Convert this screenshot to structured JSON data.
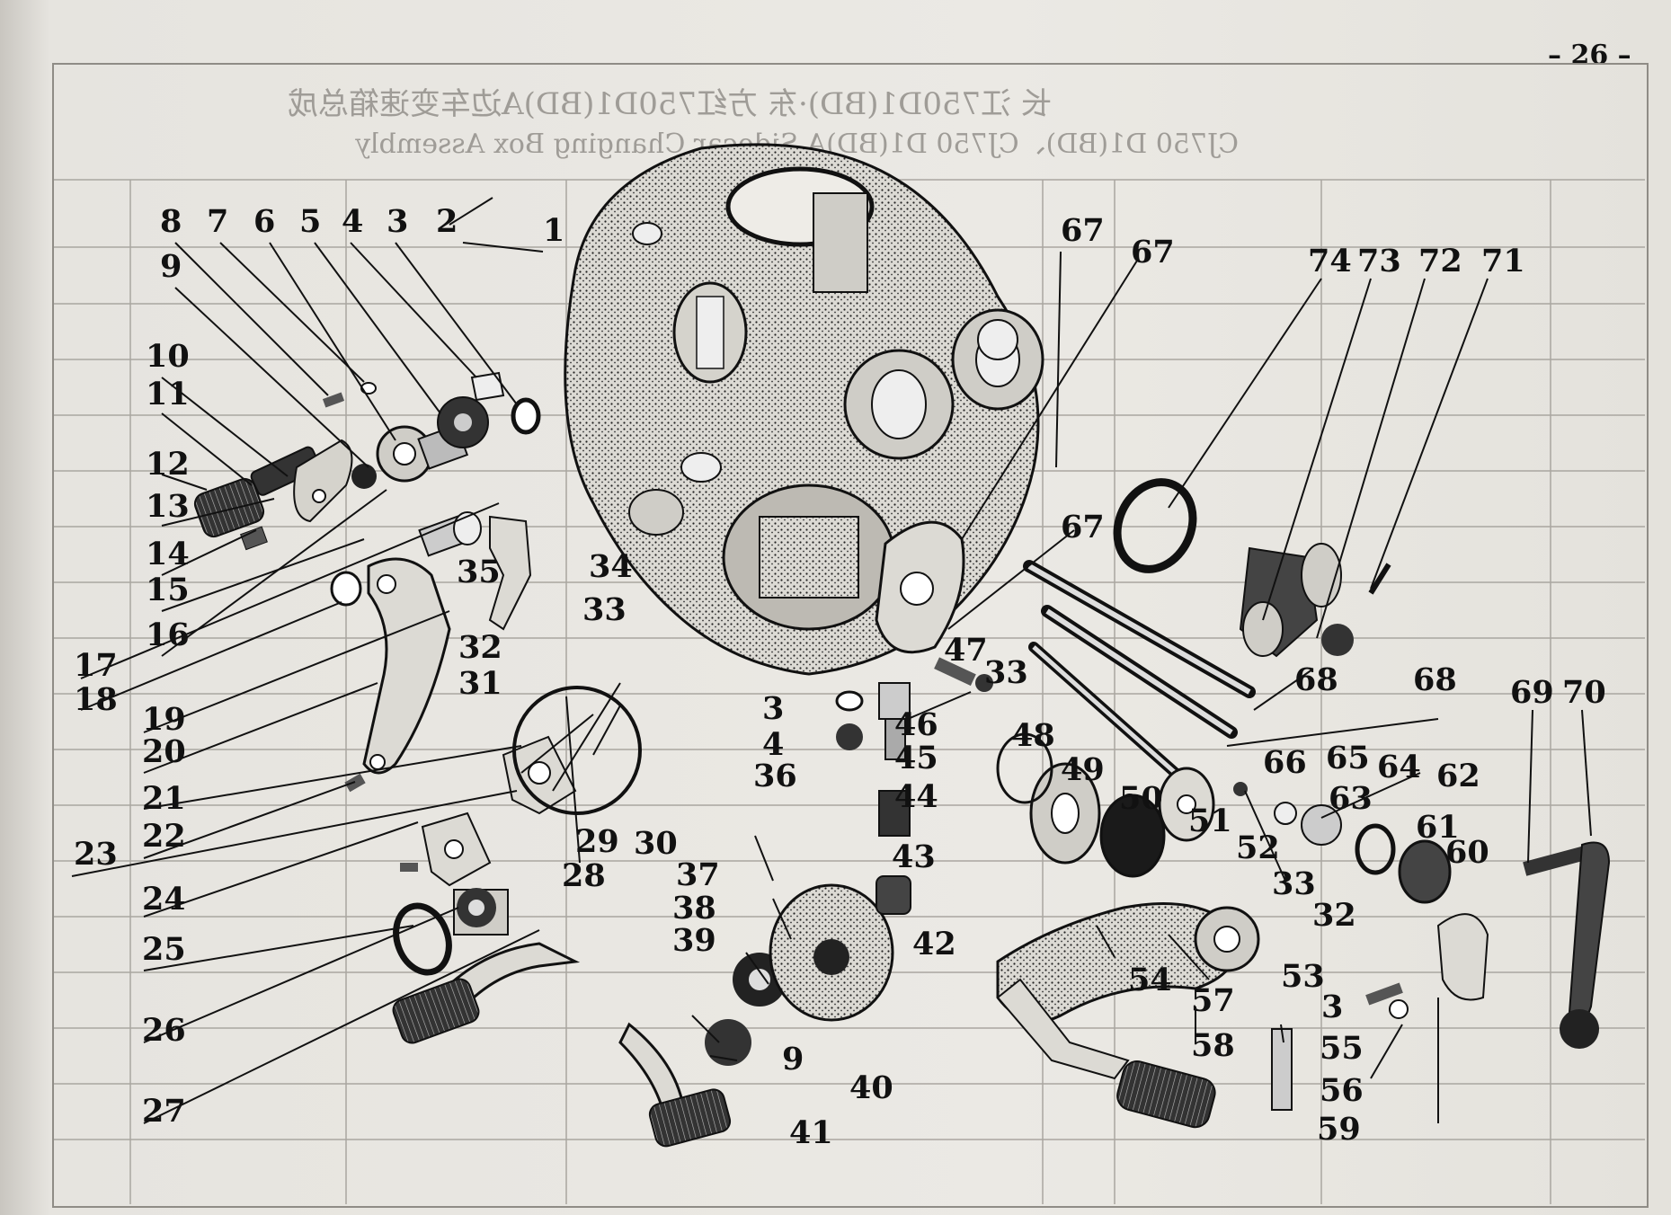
{
  "page_number": "– 26 –",
  "ghost_text": {
    "title_line_1": "长 江750D1(BD)·东 方红750D1(BD)A边车变速箱总成",
    "title_line_2": "CJ750 D1(BD)、CJ750 D1(BD)A Sidecar Changing Box Assembly"
  },
  "callouts": [
    "1",
    "2",
    "3",
    "4",
    "5",
    "6",
    "7",
    "8",
    "9",
    "10",
    "11",
    "12",
    "13",
    "14",
    "15",
    "16",
    "17",
    "18",
    "19",
    "20",
    "21",
    "22",
    "23",
    "24",
    "25",
    "26",
    "27",
    "28",
    "29",
    "30",
    "31",
    "32",
    "33",
    "34",
    "35",
    "36",
    "37",
    "38",
    "39",
    "40",
    "41",
    "42",
    "43",
    "44",
    "45",
    "46",
    "47",
    "48",
    "49",
    "50",
    "51",
    "52",
    "53",
    "54",
    "55",
    "56",
    "57",
    "58",
    "59",
    "60",
    "61",
    "62",
    "63",
    "64",
    "65",
    "66",
    "67",
    "68",
    "69",
    "70",
    "71",
    "72",
    "73",
    "74",
    "3",
    "4",
    "33",
    "9",
    "67",
    "67",
    "68",
    "3",
    "32",
    "33"
  ]
}
